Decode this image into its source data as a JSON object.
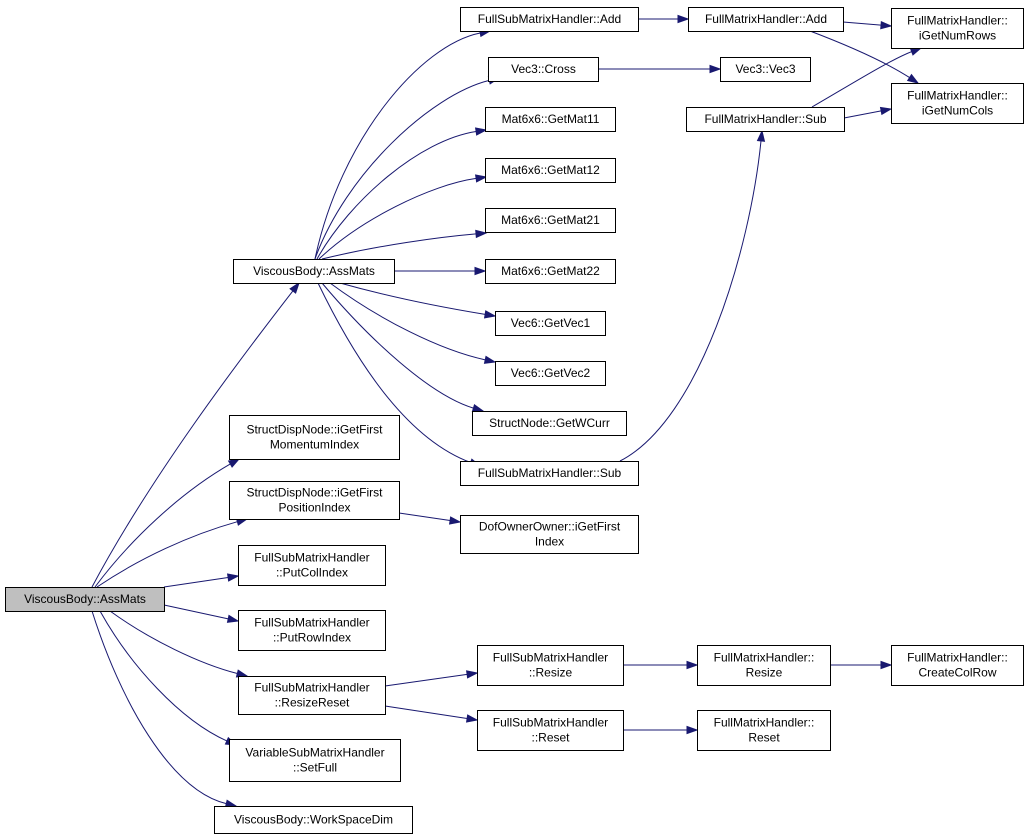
{
  "nodes": {
    "root": {
      "lines": [
        "ViscousBody::AssMats"
      ]
    },
    "vb_assmats": {
      "lines": [
        "ViscousBody::AssMats"
      ]
    },
    "sdn_momentum": {
      "lines": [
        "StructDispNode::iGetFirst",
        "MomentumIndex"
      ]
    },
    "sdn_position": {
      "lines": [
        "StructDispNode::iGetFirst",
        "PositionIndex"
      ]
    },
    "fsmh_putcol": {
      "lines": [
        "FullSubMatrixHandler",
        "::PutColIndex"
      ]
    },
    "fsmh_putrow": {
      "lines": [
        "FullSubMatrixHandler",
        "::PutRowIndex"
      ]
    },
    "fsmh_resizereset": {
      "lines": [
        "FullSubMatrixHandler",
        "::ResizeReset"
      ]
    },
    "vsmh_setfull": {
      "lines": [
        "VariableSubMatrixHandler",
        "::SetFull"
      ]
    },
    "vb_workspace": {
      "lines": [
        "ViscousBody::WorkSpaceDim"
      ]
    },
    "fsmh_add": {
      "lines": [
        "FullSubMatrixHandler::Add"
      ]
    },
    "vec3_cross": {
      "lines": [
        "Vec3::Cross"
      ]
    },
    "mat_getmat11": {
      "lines": [
        "Mat6x6::GetMat11"
      ]
    },
    "mat_getmat12": {
      "lines": [
        "Mat6x6::GetMat12"
      ]
    },
    "mat_getmat21": {
      "lines": [
        "Mat6x6::GetMat21"
      ]
    },
    "mat_getmat22": {
      "lines": [
        "Mat6x6::GetMat22"
      ]
    },
    "vec6_getvec1": {
      "lines": [
        "Vec6::GetVec1"
      ]
    },
    "vec6_getvec2": {
      "lines": [
        "Vec6::GetVec2"
      ]
    },
    "sn_getwcurr": {
      "lines": [
        "StructNode::GetWCurr"
      ]
    },
    "fsmh_sub": {
      "lines": [
        "FullSubMatrixHandler::Sub"
      ]
    },
    "doo_getfirst": {
      "lines": [
        "DofOwnerOwner::iGetFirst",
        "Index"
      ]
    },
    "fsmh_resize": {
      "lines": [
        "FullSubMatrixHandler",
        "::Resize"
      ]
    },
    "fsmh_reset": {
      "lines": [
        "FullSubMatrixHandler",
        "::Reset"
      ]
    },
    "fmh_add": {
      "lines": [
        "FullMatrixHandler::Add"
      ]
    },
    "vec3_vec3": {
      "lines": [
        "Vec3::Vec3"
      ]
    },
    "fmh_sub": {
      "lines": [
        "FullMatrixHandler::Sub"
      ]
    },
    "fmh_resize": {
      "lines": [
        "FullMatrixHandler::",
        "Resize"
      ]
    },
    "fmh_reset": {
      "lines": [
        "FullMatrixHandler::",
        "Reset"
      ]
    },
    "fmh_getnumrows": {
      "lines": [
        "FullMatrixHandler::",
        "iGetNumRows"
      ]
    },
    "fmh_getnumcols": {
      "lines": [
        "FullMatrixHandler::",
        "iGetNumCols"
      ]
    },
    "fmh_createcolrow": {
      "lines": [
        "FullMatrixHandler::",
        "CreateColRow"
      ]
    }
  },
  "edges": [
    [
      "root",
      "vb_assmats"
    ],
    [
      "root",
      "sdn_momentum"
    ],
    [
      "root",
      "sdn_position"
    ],
    [
      "root",
      "fsmh_putcol"
    ],
    [
      "root",
      "fsmh_putrow"
    ],
    [
      "root",
      "fsmh_resizereset"
    ],
    [
      "root",
      "vsmh_setfull"
    ],
    [
      "root",
      "vb_workspace"
    ],
    [
      "vb_assmats",
      "fsmh_add"
    ],
    [
      "vb_assmats",
      "vec3_cross"
    ],
    [
      "vb_assmats",
      "mat_getmat11"
    ],
    [
      "vb_assmats",
      "mat_getmat12"
    ],
    [
      "vb_assmats",
      "mat_getmat21"
    ],
    [
      "vb_assmats",
      "mat_getmat22"
    ],
    [
      "vb_assmats",
      "vec6_getvec1"
    ],
    [
      "vb_assmats",
      "vec6_getvec2"
    ],
    [
      "vb_assmats",
      "sn_getwcurr"
    ],
    [
      "vb_assmats",
      "fsmh_sub"
    ],
    [
      "sdn_position",
      "doo_getfirst"
    ],
    [
      "fsmh_resizereset",
      "fsmh_resize"
    ],
    [
      "fsmh_resizereset",
      "fsmh_reset"
    ],
    [
      "fsmh_add",
      "fmh_add"
    ],
    [
      "vec3_cross",
      "vec3_vec3"
    ],
    [
      "fsmh_sub",
      "fmh_sub"
    ],
    [
      "fsmh_resize",
      "fmh_resize"
    ],
    [
      "fsmh_reset",
      "fmh_reset"
    ],
    [
      "fmh_add",
      "fmh_getnumrows"
    ],
    [
      "fmh_add",
      "fmh_getnumcols"
    ],
    [
      "fmh_sub",
      "fmh_getnumrows"
    ],
    [
      "fmh_sub",
      "fmh_getnumcols"
    ],
    [
      "fmh_resize",
      "fmh_createcolrow"
    ]
  ],
  "colors": {
    "edge": "#191970",
    "root_fill": "#bfbfbf",
    "node_fill": "#ffffff",
    "node_border": "#000000"
  }
}
